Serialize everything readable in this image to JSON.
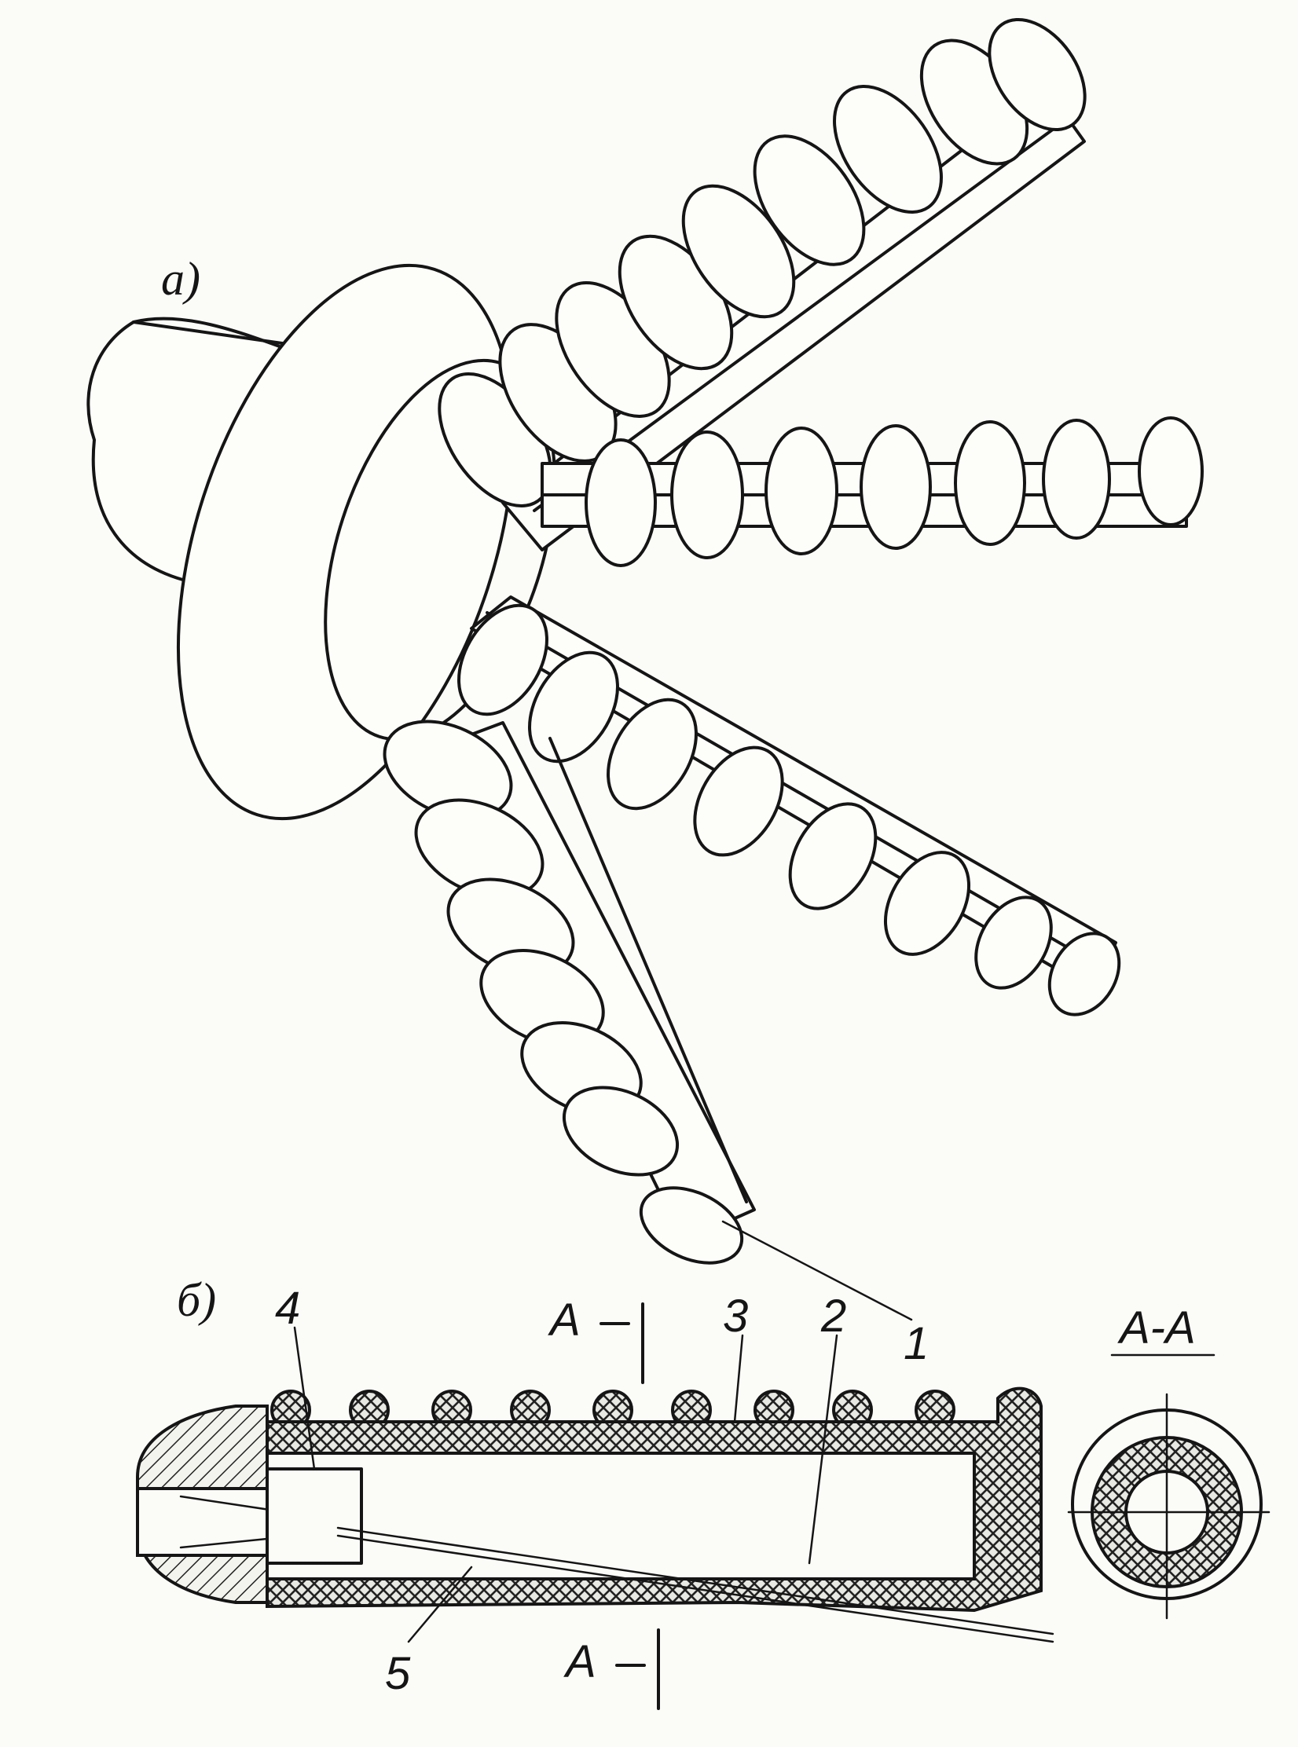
{
  "labels": {
    "view_a": "a)",
    "view_b": "б)",
    "callout_1": "1",
    "callout_2": "2",
    "callout_3": "3",
    "callout_4": "4",
    "callout_5": "5",
    "section_mark_top": "A",
    "section_mark_bottom": "A",
    "section_title": "A-A"
  },
  "colors": {
    "ink": "#151515",
    "paper": "#fbfbf8"
  }
}
